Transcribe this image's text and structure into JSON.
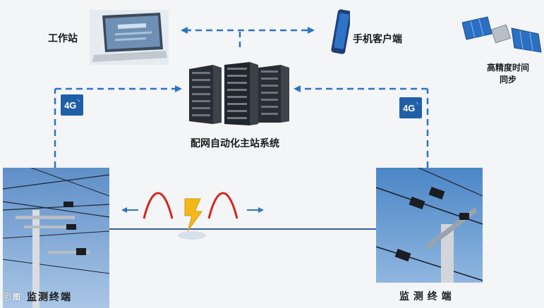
{
  "nodes": {
    "workstation": {
      "label": "工作站"
    },
    "mobile": {
      "label": "手机客户端"
    },
    "satellite": {
      "label": "高精度时间同步"
    },
    "master_station": {
      "label": "配网自动化主站系统"
    },
    "terminal_left": {
      "label": "监测终端"
    },
    "terminal_right": {
      "label": "监 测 终 端"
    }
  },
  "badges": {
    "network": "4G"
  },
  "colors": {
    "link": "#2f73c7",
    "badge": "#1f5fa8",
    "pulse": "#d4261d",
    "bolt": "#f2b81c"
  },
  "watermark": {
    "text": "ⓒ 图"
  }
}
